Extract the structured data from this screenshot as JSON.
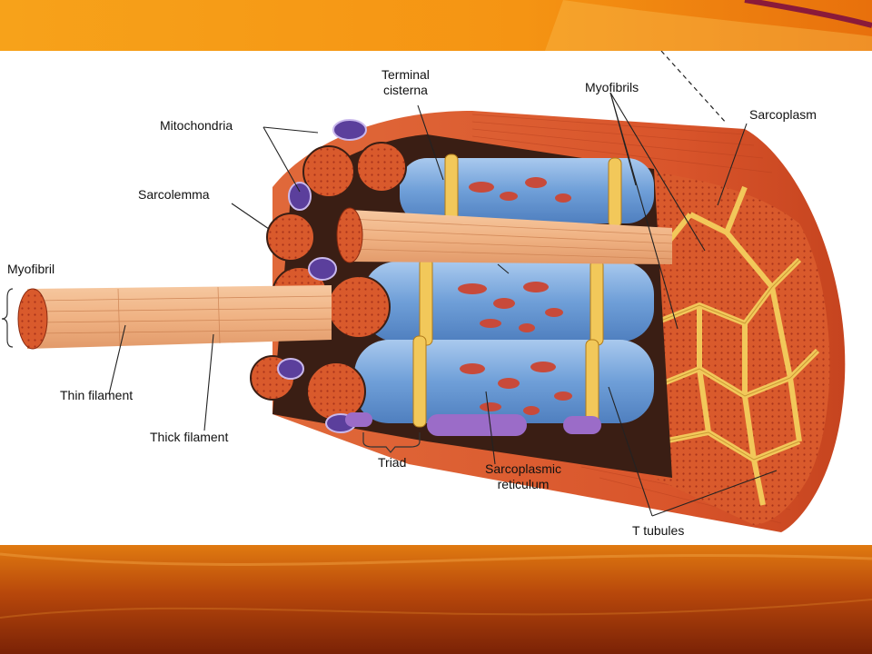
{
  "labels": {
    "terminal_cisterna": "Terminal\ncisterna",
    "myofibrils": "Myofibrils",
    "sarcoplasm": "Sarcoplasm",
    "mitochondria": "Mitochondria",
    "sarcolemma": "Sarcolemma",
    "myofibril": "Myofibril",
    "thin_filament": "Thin filament",
    "thick_filament": "Thick filament",
    "triad": "Triad",
    "sarcoplasmic_reticulum": "Sarcoplasmic\nreticulum",
    "t_tubules": "T tubules"
  },
  "colors": {
    "slide_orange": "#f39a16",
    "slide_dark": "#8a2a08",
    "fiber_orange": "#d9532a",
    "reticulum_blue": "#6f9fd8",
    "tubule_yellow": "#f2c85a",
    "mitochondria_purple": "#6b4aa8"
  }
}
